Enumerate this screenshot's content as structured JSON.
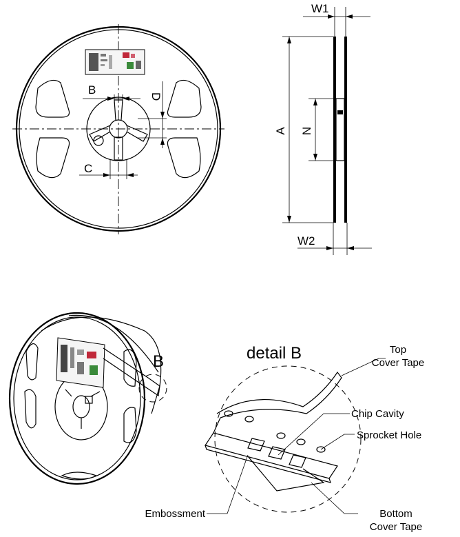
{
  "top_view": {
    "labels": {
      "b": "B",
      "c": "C",
      "d": "D"
    }
  },
  "side_view": {
    "labels": {
      "w1": "W1",
      "w2": "W2",
      "a": "A",
      "n": "N"
    }
  },
  "perspective": {
    "detail_ref": "B"
  },
  "detail": {
    "title": "detail B",
    "callouts": {
      "top_cover_tape_1": "Top",
      "top_cover_tape_2": "Cover Tape",
      "chip_cavity": "Chip Cavity",
      "sprocket_hole": "Sprocket Hole",
      "embossment": "Embossment",
      "bottom_cover_tape_1": "Bottom",
      "bottom_cover_tape_2": "Cover Tape"
    }
  },
  "colors": {
    "line": "#000000",
    "background": "#ffffff",
    "label_red": "#c0283a",
    "label_green": "#3a8a3a"
  }
}
